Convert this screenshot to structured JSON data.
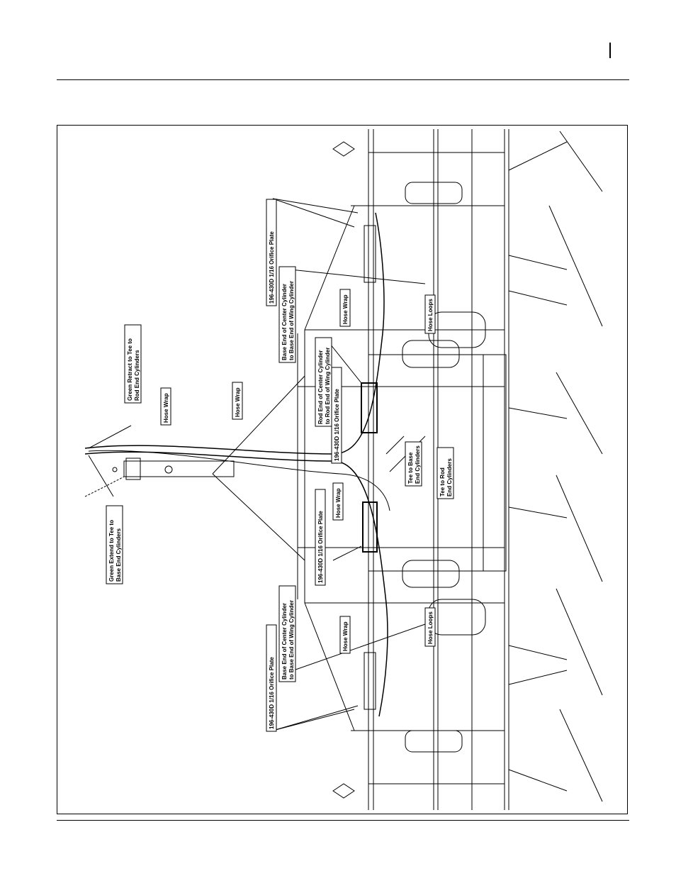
{
  "header": {
    "page_marker": ""
  },
  "figure": {
    "labels": {
      "green_retract_1": "Green Retract to Tee to",
      "green_retract_2": "Rod End Cylinders",
      "green_extend_1": "Green Extend to Tee to",
      "green_extend_2": "Base End Cylinders",
      "hose_wrap": "Hose Wrap",
      "orifice_plate": "196-430D 1/16 Orifice Plate",
      "base_end_center_1": "Base End of Center Cylinder",
      "base_end_center_2": "to Base End of Wing Cylinder",
      "rod_end_center_1": "Rod End of Center Cylinder",
      "rod_end_center_2": "to Rod End of Wing Cylinder",
      "hose_loops": "Hose Loops",
      "tee_base_1": "Tee to Base",
      "tee_base_2": "End Cylinders",
      "tee_rod_1": "Tee to Rod",
      "tee_rod_2": "End Cylinders"
    }
  }
}
